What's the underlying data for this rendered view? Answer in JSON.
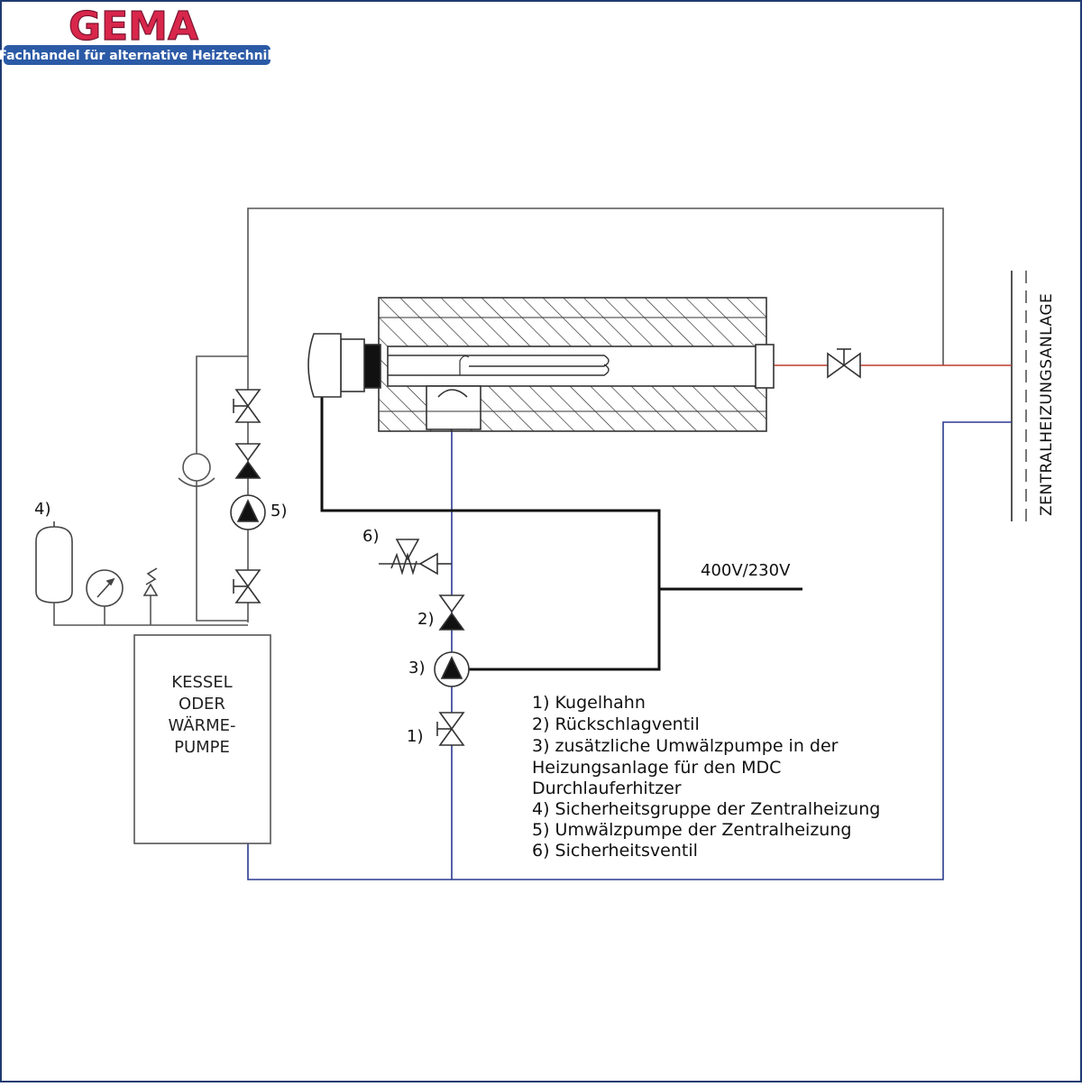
{
  "logo": {
    "brand": "GEMA",
    "tagline": "Fachhandel für alternative Heiztechnik",
    "brand_color": "#d9264b",
    "band_color": "#2b5aa6"
  },
  "labels": {
    "boiler": [
      "KESSEL",
      "ODER",
      "WÄRME-",
      "PUMPE"
    ],
    "voltage": "400V/230V",
    "central_heating": "ZENTRALHEIZUNGSANLAGE",
    "n1": "1)",
    "n2": "2)",
    "n3": "3)",
    "n4": "4)",
    "n5": "5)",
    "n6": "6)"
  },
  "legend": [
    "1) Kugelhahn",
    "2) Rückschlagventil",
    "3) zusätzliche Umwälzpumpe in der",
    "Heizungsanlage für den MDC",
    "Durchlauferhitzer",
    "4) Sicherheitsgruppe der Zentralheizung",
    "5) Umwälzpumpe der Zentralheizung",
    "6) Sicherheitsventil"
  ],
  "colors": {
    "return_line": "#2b3a8f",
    "flow_line": "#c0392b",
    "power_line": "#111111",
    "pipe": "#555555"
  }
}
